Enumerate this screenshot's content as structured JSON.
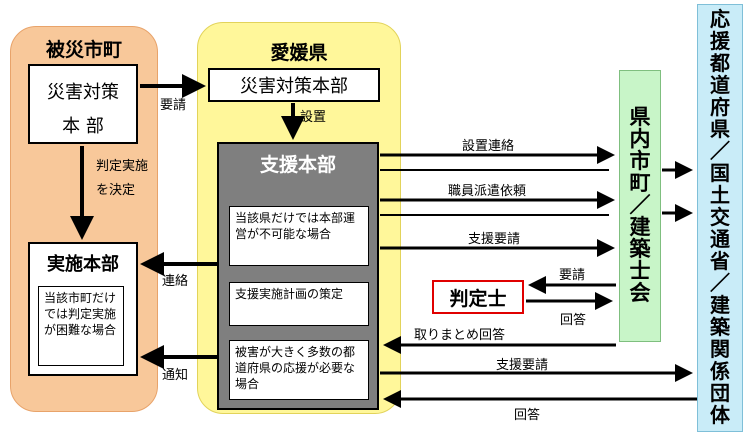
{
  "affected": {
    "title": "被災市町",
    "hq_label_1": "災害対策",
    "hq_label_2": "本 部",
    "decide_label_1": "判定実施",
    "decide_label_2": "を決定",
    "impl_hq": "実施本部",
    "impl_note": "当該市町だけでは判定実施が困難な場合"
  },
  "ehime": {
    "title": "愛媛県",
    "hq": "災害対策本部",
    "setup_label": "設置",
    "support_hq": "支援本部",
    "case1": "当該県だけでは本部運営が不可能な場合",
    "case2": "支援実施計画の策定",
    "case3": "被害が大きく多数の都道府県の応援が必要な場合"
  },
  "labels": {
    "request": "要請",
    "renraku": "連絡",
    "tsuchi": "通知",
    "setup_contact": "設置連絡",
    "staff_request": "職員派遣依頼",
    "support_request": "支援要請",
    "judge_request": "要請",
    "judge_answer": "回答",
    "summary_answer": "取りまとめ回答",
    "support_request2": "支援要請",
    "answer2": "回答"
  },
  "judge": "判定士",
  "municipal": [
    "県",
    "内",
    "市",
    "町",
    "／",
    "建",
    "築",
    "士",
    "会"
  ],
  "national": [
    "応",
    "援",
    "都",
    "道",
    "府",
    "県",
    "／",
    "国",
    "土",
    "交",
    "通",
    "省",
    "／",
    "建",
    "築",
    "関",
    "係",
    "団",
    "体"
  ],
  "colors": {
    "affected_bg": "#f8c89a",
    "ehime_bg": "#fff79a",
    "support_hq_bg": "#7f7f7f",
    "municipal_bg": "#c8f5c8",
    "national_bg": "#c9ecf8",
    "judge_border": "#e00000"
  }
}
